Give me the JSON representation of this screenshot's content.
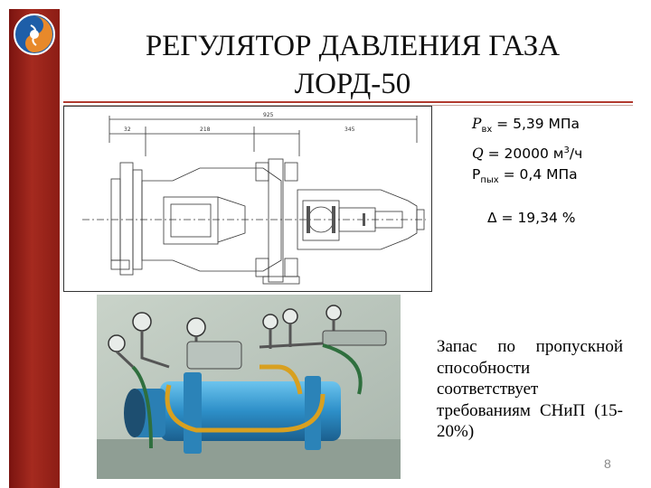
{
  "slide": {
    "title_line1": "РЕГУЛЯТОР ДАВЛЕНИЯ ГАЗА",
    "title_line2": "ЛОРД-50",
    "params": {
      "p_in_sym": "P",
      "p_in_sub": "вх",
      "p_in_val": " = 5,39 МПа",
      "q_sym": "Q",
      "q_val": " = 20000 м",
      "q_sup": "3",
      "q_unit": "/ч",
      "p_out_sym": "P",
      "p_out_sub": "пых",
      "p_out_val": " =  0,4 МПа",
      "delta": "Δ = 19,34 %"
    },
    "note": "Запас по пропускной способности соответствует требованиям СНиП (15-20%)",
    "page_number": "8",
    "drawing_dims": {
      "overall": "925",
      "d1": "32",
      "d2": "218",
      "d3": "345"
    },
    "colors": {
      "sidebar": "#a52a1f",
      "rule": "#b13a2f",
      "device_body": "#3a9fd4",
      "pipe": "#d8a020"
    }
  }
}
